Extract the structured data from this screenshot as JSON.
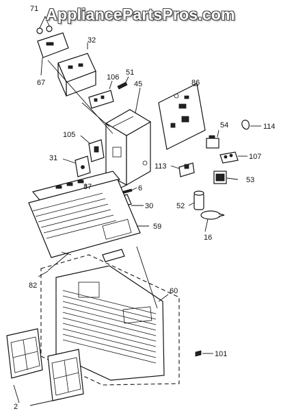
{
  "watermark": "AppliancePartsPros.com",
  "labels": {
    "p71": "71",
    "p32": "32",
    "p67": "67",
    "p106": "106",
    "p51": "51",
    "p45": "45",
    "p86": "86",
    "p54": "54",
    "p114": "114",
    "p105": "105",
    "p31": "31",
    "p107": "107",
    "p113": "113",
    "p53": "53",
    "p87": "87",
    "p6": "6",
    "p52": "52",
    "p30": "30",
    "p59": "59",
    "p16": "16",
    "p82": "82",
    "p60": "60",
    "p101": "101",
    "p2": "2"
  }
}
